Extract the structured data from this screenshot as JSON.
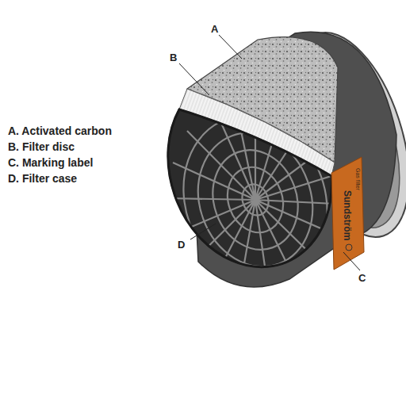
{
  "diagram": {
    "labels": [
      "A",
      "B",
      "C",
      "D",
      "A. Activated carbon",
      "B. Filter disc",
      "C. Marking label",
      "D. Filter case",
      "Sundström",
      "Gas filter"
    ]
  }
}
